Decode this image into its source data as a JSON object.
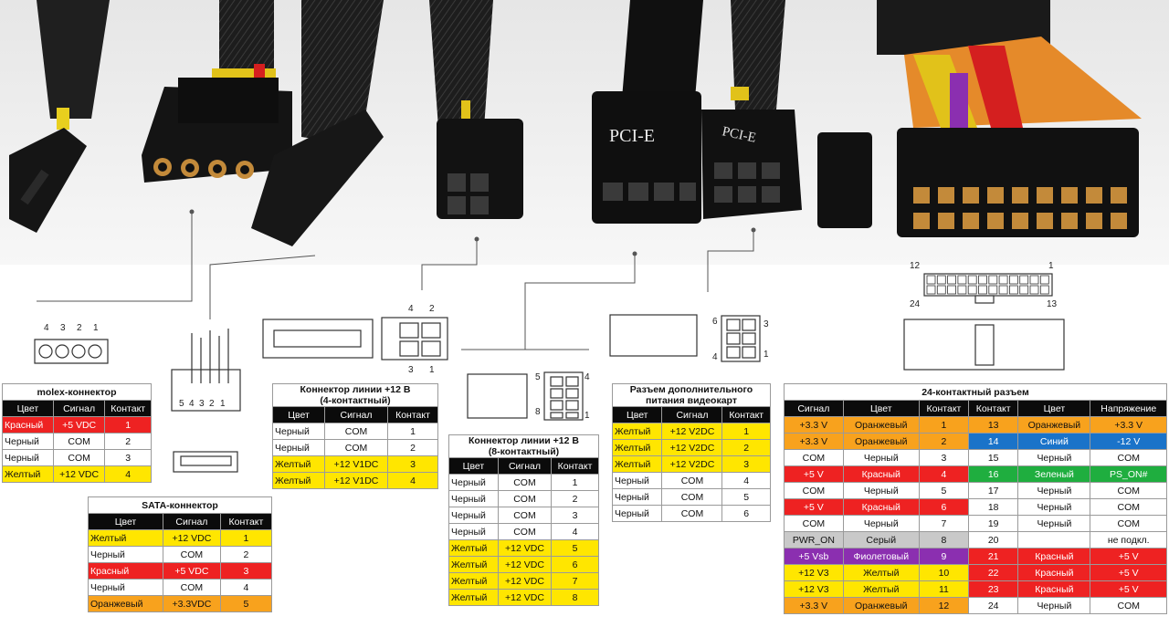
{
  "photo_labels": {
    "pcie": "PCI-E",
    "pcie2": "PCI-E"
  },
  "molex": {
    "title": "molex-коннектор",
    "pins": [
      "4",
      "3",
      "2",
      "1"
    ],
    "header": [
      "Цвет",
      "Сигнал",
      "Контакт"
    ],
    "rows": [
      {
        "color": "Красный",
        "signal": "+5 VDC",
        "contact": "1",
        "cls": "red"
      },
      {
        "color": "Черный",
        "signal": "COM",
        "contact": "2",
        "cls": "white"
      },
      {
        "color": "Черный",
        "signal": "COM",
        "contact": "3",
        "cls": "white"
      },
      {
        "color": "Желтый",
        "signal": "+12 VDC",
        "contact": "4",
        "cls": "yellow"
      }
    ]
  },
  "sata": {
    "title": "SATA-коннектор",
    "pins": [
      "5",
      "4",
      "3",
      "2",
      "1"
    ],
    "header": [
      "Цвет",
      "Сигнал",
      "Контакт"
    ],
    "rows": [
      {
        "color": "Желтый",
        "signal": "+12 VDC",
        "contact": "1",
        "cls": "yellow"
      },
      {
        "color": "Черный",
        "signal": "COM",
        "contact": "2",
        "cls": "white"
      },
      {
        "color": "Красный",
        "signal": "+5 VDC",
        "contact": "3",
        "cls": "red"
      },
      {
        "color": "Черный",
        "signal": "COM",
        "contact": "4",
        "cls": "white"
      },
      {
        "color": "Оранжевый",
        "signal": "+3.3VDC",
        "contact": "5",
        "cls": "orange"
      }
    ]
  },
  "p4": {
    "title1": "Коннектор линии +12 В",
    "title2": "(4-контактный)",
    "pins_top": [
      "4",
      "2"
    ],
    "pins_bottom": [
      "3",
      "1"
    ],
    "header": [
      "Цвет",
      "Сигнал",
      "Контакт"
    ],
    "rows": [
      {
        "color": "Черный",
        "signal": "COM",
        "contact": "1",
        "cls": "white"
      },
      {
        "color": "Черный",
        "signal": "COM",
        "contact": "2",
        "cls": "white"
      },
      {
        "color": "Желтый",
        "signal": "+12 V1DC",
        "contact": "3",
        "cls": "yellow"
      },
      {
        "color": "Желтый",
        "signal": "+12 V1DC",
        "contact": "4",
        "cls": "yellow"
      }
    ]
  },
  "p8": {
    "title1": "Коннектор линии +12 В",
    "title2": "(8-контактный)",
    "pins": [
      "5",
      "4",
      "8",
      "1"
    ],
    "header": [
      "Цвет",
      "Сигнал",
      "Контакт"
    ],
    "rows": [
      {
        "color": "Черный",
        "signal": "COM",
        "contact": "1",
        "cls": "white"
      },
      {
        "color": "Черный",
        "signal": "COM",
        "contact": "2",
        "cls": "white"
      },
      {
        "color": "Черный",
        "signal": "COM",
        "contact": "3",
        "cls": "white"
      },
      {
        "color": "Черный",
        "signal": "COM",
        "contact": "4",
        "cls": "white"
      },
      {
        "color": "Желтый",
        "signal": "+12 VDC",
        "contact": "5",
        "cls": "yellow"
      },
      {
        "color": "Желтый",
        "signal": "+12 VDC",
        "contact": "6",
        "cls": "yellow"
      },
      {
        "color": "Желтый",
        "signal": "+12 VDC",
        "contact": "7",
        "cls": "yellow"
      },
      {
        "color": "Желтый",
        "signal": "+12 VDC",
        "contact": "8",
        "cls": "yellow"
      }
    ]
  },
  "gpu": {
    "title1": "Разъем дополнительного",
    "title2": "питания видеокарт",
    "pins": [
      "6",
      "3",
      "4",
      "1"
    ],
    "header": [
      "Цвет",
      "Сигнал",
      "Контакт"
    ],
    "rows": [
      {
        "color": "Желтый",
        "signal": "+12 V2DC",
        "contact": "1",
        "cls": "yellow"
      },
      {
        "color": "Желтый",
        "signal": "+12 V2DC",
        "contact": "2",
        "cls": "yellow"
      },
      {
        "color": "Желтый",
        "signal": "+12 V2DC",
        "contact": "3",
        "cls": "yellow"
      },
      {
        "color": "Черный",
        "signal": "COM",
        "contact": "4",
        "cls": "white"
      },
      {
        "color": "Черный",
        "signal": "COM",
        "contact": "5",
        "cls": "white"
      },
      {
        "color": "Черный",
        "signal": "COM",
        "contact": "6",
        "cls": "white"
      }
    ]
  },
  "atx24": {
    "title": "24-контактный разъем",
    "pins": [
      "12",
      "1",
      "24",
      "13"
    ],
    "header": [
      "Сигнал",
      "Цвет",
      "Контакт",
      "Контакт",
      "Цвет",
      "Напряжение"
    ],
    "rows": [
      {
        "s1": "+3.3 V",
        "c1": "Оранжевый",
        "n1": "1",
        "k1": "orange",
        "n2": "13",
        "c2": "Оранжевый",
        "s2": "+3.3 V",
        "k2": "orange"
      },
      {
        "s1": "+3.3 V",
        "c1": "Оранжевый",
        "n1": "2",
        "k1": "orange",
        "n2": "14",
        "c2": "Синий",
        "s2": "-12 V",
        "k2": "blue"
      },
      {
        "s1": "COM",
        "c1": "Черный",
        "n1": "3",
        "k1": "white",
        "n2": "15",
        "c2": "Черный",
        "s2": "COM",
        "k2": "white"
      },
      {
        "s1": "+5 V",
        "c1": "Красный",
        "n1": "4",
        "k1": "red",
        "n2": "16",
        "c2": "Зеленый",
        "s2": "PS_ON#",
        "k2": "green"
      },
      {
        "s1": "COM",
        "c1": "Черный",
        "n1": "5",
        "k1": "white",
        "n2": "17",
        "c2": "Черный",
        "s2": "COM",
        "k2": "white"
      },
      {
        "s1": "+5 V",
        "c1": "Красный",
        "n1": "6",
        "k1": "red",
        "n2": "18",
        "c2": "Черный",
        "s2": "COM",
        "k2": "white"
      },
      {
        "s1": "COM",
        "c1": "Черный",
        "n1": "7",
        "k1": "white",
        "n2": "19",
        "c2": "Черный",
        "s2": "COM",
        "k2": "white"
      },
      {
        "s1": "PWR_ON",
        "c1": "Серый",
        "n1": "8",
        "k1": "gray",
        "n2": "20",
        "c2": "",
        "s2": "не подкл.",
        "k2": "white"
      },
      {
        "s1": "+5 Vsb",
        "c1": "Фиолетовый",
        "n1": "9",
        "k1": "purple",
        "n2": "21",
        "c2": "Красный",
        "s2": "+5 V",
        "k2": "red"
      },
      {
        "s1": "+12 V3",
        "c1": "Желтый",
        "n1": "10",
        "k1": "yellow",
        "n2": "22",
        "c2": "Красный",
        "s2": "+5 V",
        "k2": "red"
      },
      {
        "s1": "+12 V3",
        "c1": "Желтый",
        "n1": "11",
        "k1": "yellow",
        "n2": "23",
        "c2": "Красный",
        "s2": "+5 V",
        "k2": "red"
      },
      {
        "s1": "+3.3 V",
        "c1": "Оранжевый",
        "n1": "12",
        "k1": "orange",
        "n2": "24",
        "c2": "Черный",
        "s2": "COM",
        "k2": "white"
      }
    ]
  }
}
